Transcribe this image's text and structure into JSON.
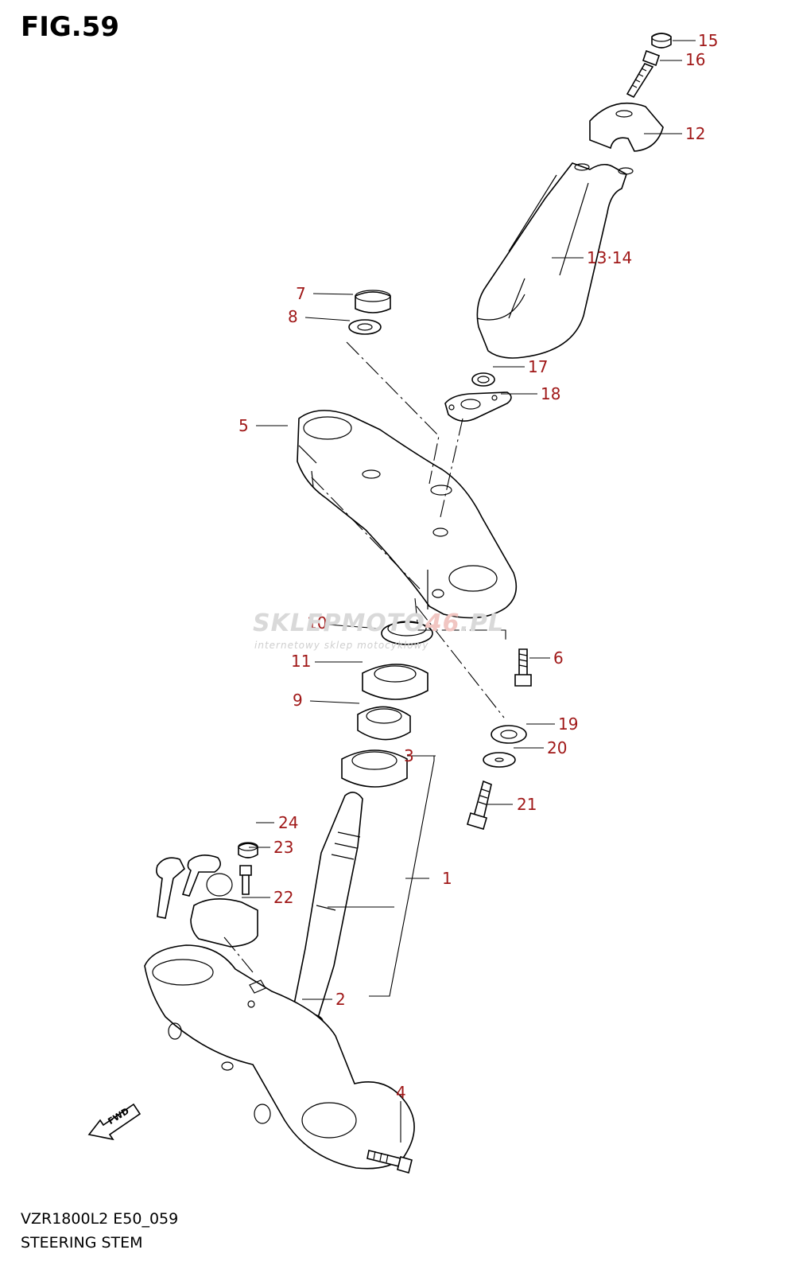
{
  "figure": {
    "title": "FIG.59",
    "model_code": "VZR1800L2 E50_059",
    "section_name": "STEERING STEM"
  },
  "watermark": {
    "brand_main": "SKLEPMOTO",
    "brand_accent": "46",
    "brand_tld": ".PL",
    "tagline": "internetowy sklep motocyklowy"
  },
  "fwd_label": "FWD",
  "callouts": [
    "15",
    "16",
    "12",
    "13·14",
    "7",
    "8",
    "17",
    "18",
    "5",
    "10",
    "6",
    "11",
    "9",
    "19",
    "20",
    "3",
    "21",
    "24",
    "23",
    "1",
    "22",
    "2",
    "4"
  ],
  "colors": {
    "callout_text": "#a01818",
    "line": "#000000",
    "watermark": "#d9d9d9",
    "watermark_accent": "#f1c6c2"
  }
}
